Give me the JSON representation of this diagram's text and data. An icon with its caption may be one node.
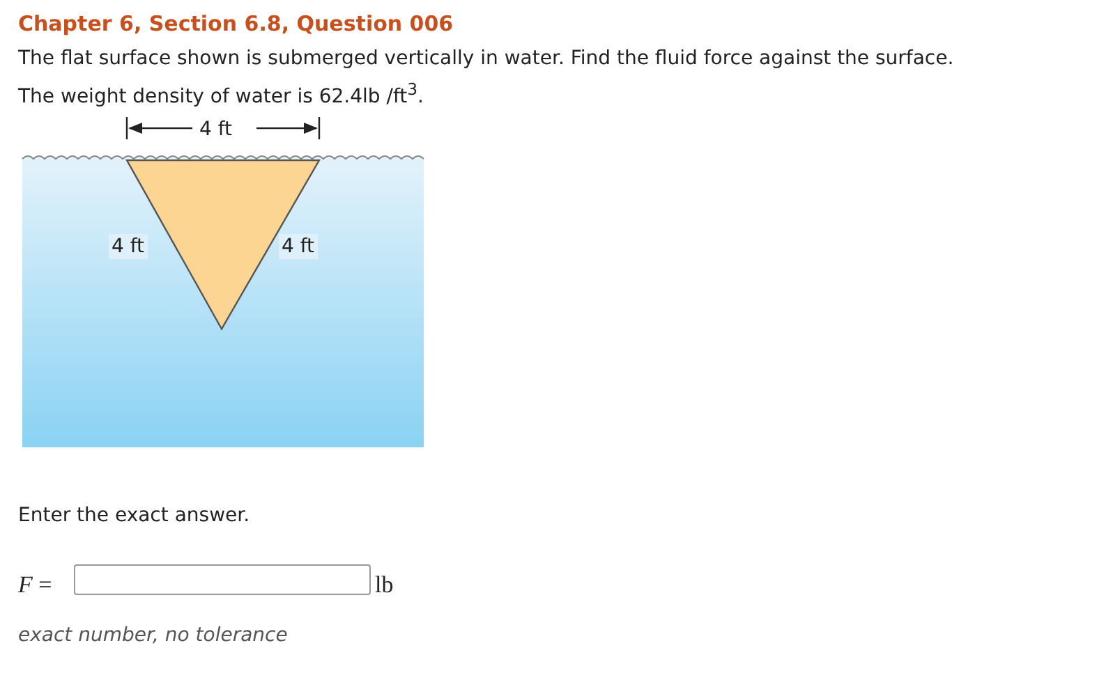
{
  "diagram": {
    "title": "Chapter 6, Section 6.8, Question 006",
    "labels": [
      "The flat surface shown is submerged vertically in water. Find the fluid force against the surface.",
      "The weight density of water is 62.4lb /ft$^{3}$.",
      "4 ft",
      "4 ft",
      "4 ft",
      "Enter the exact answer.",
      "*F* =",
      "lb",
      "exact number, no tolerance"
    ]
  }
}
